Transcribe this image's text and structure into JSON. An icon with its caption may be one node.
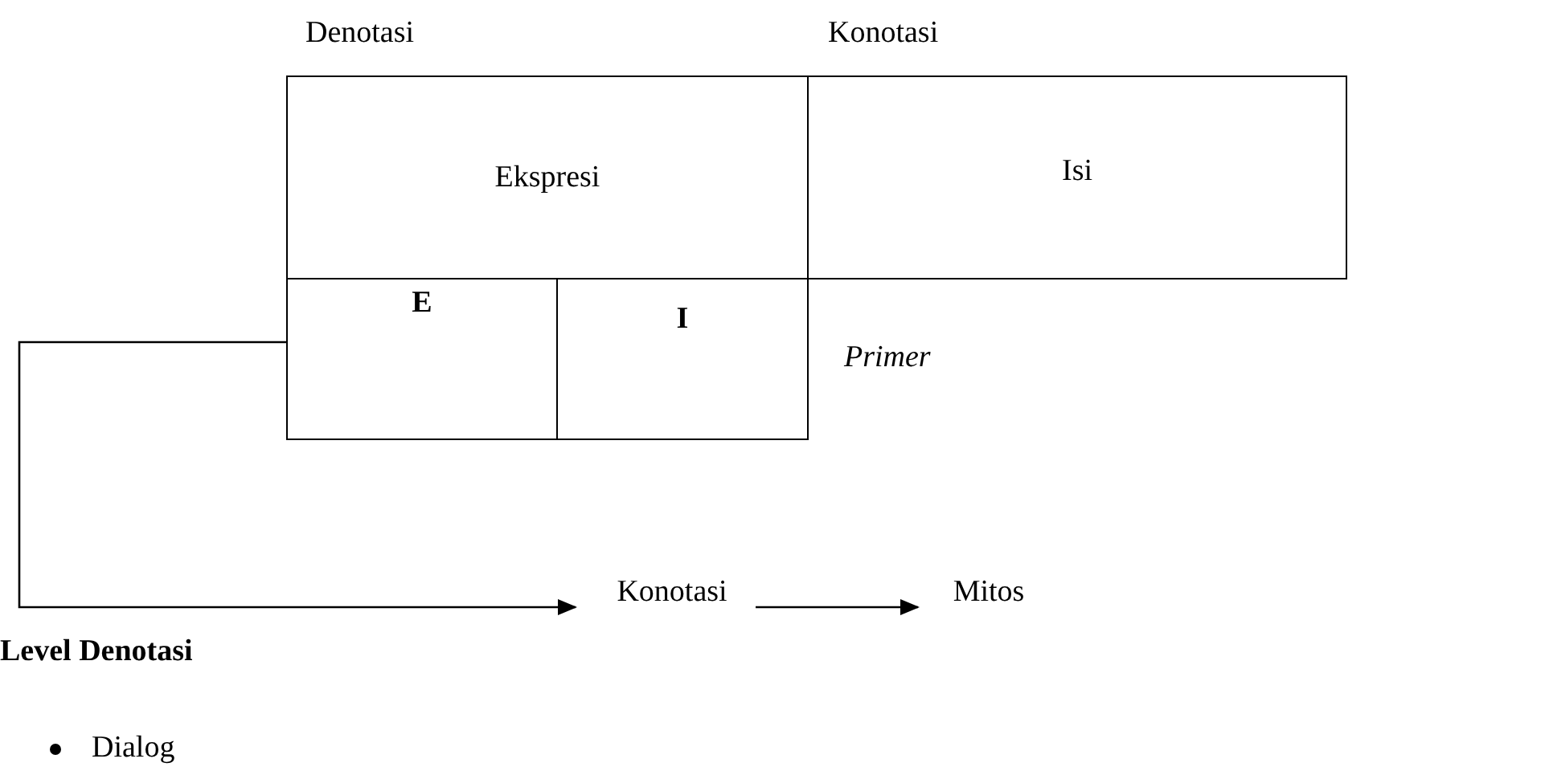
{
  "diagram": {
    "nodes": [
      {
        "text": [
          "Ekspresi"
        ]
      },
      {
        "text": [
          "Isi"
        ]
      },
      {
        "text": [
          "E"
        ]
      },
      {
        "text": [
          "I"
        ]
      },
      {
        "text": [
          "Konotasi"
        ]
      },
      {
        "text": [
          "Mitos"
        ]
      }
    ],
    "edges": [
      {
        "from": 2,
        "to": 4,
        "arrow": "to"
      },
      {
        "from": 4,
        "to": 5,
        "arrow": "to"
      }
    ],
    "labels": [
      "Denotasi",
      "Konotasi",
      "Primer",
      "Level Denotasi",
      "Dialog"
    ]
  }
}
